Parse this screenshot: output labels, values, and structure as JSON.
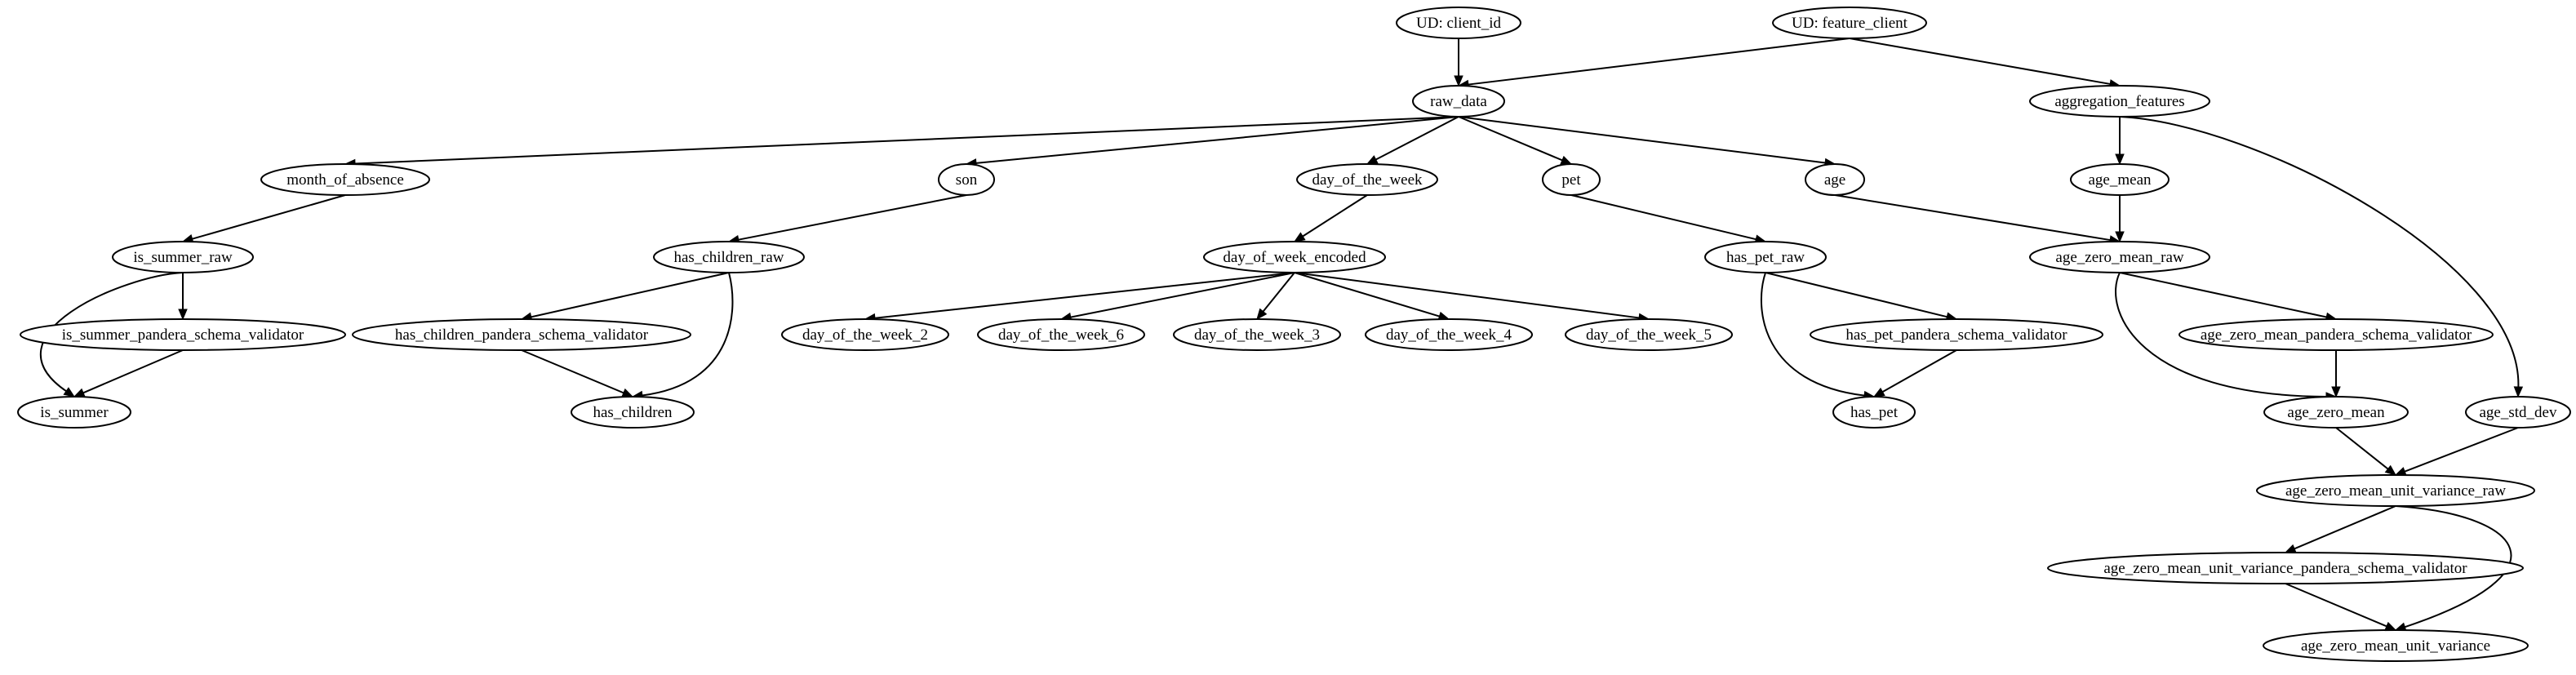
{
  "nodes": [
    {
      "id": "ud_client_id",
      "label": "UD: client_id"
    },
    {
      "id": "ud_feature_client",
      "label": "UD: feature_client"
    },
    {
      "id": "raw_data",
      "label": "raw_data"
    },
    {
      "id": "aggregation_features",
      "label": "aggregation_features"
    },
    {
      "id": "month_of_absence",
      "label": "month_of_absence"
    },
    {
      "id": "son",
      "label": "son"
    },
    {
      "id": "day_of_the_week",
      "label": "day_of_the_week"
    },
    {
      "id": "pet",
      "label": "pet"
    },
    {
      "id": "age",
      "label": "age"
    },
    {
      "id": "age_mean",
      "label": "age_mean"
    },
    {
      "id": "is_summer_raw",
      "label": "is_summer_raw"
    },
    {
      "id": "has_children_raw",
      "label": "has_children_raw"
    },
    {
      "id": "day_of_week_encoded",
      "label": "day_of_week_encoded"
    },
    {
      "id": "has_pet_raw",
      "label": "has_pet_raw"
    },
    {
      "id": "age_zero_mean_raw",
      "label": "age_zero_mean_raw"
    },
    {
      "id": "is_summer_pandera_schema_validator",
      "label": "is_summer_pandera_schema_validator"
    },
    {
      "id": "has_children_pandera_schema_validator",
      "label": "has_children_pandera_schema_validator"
    },
    {
      "id": "day_of_the_week_2",
      "label": "day_of_the_week_2"
    },
    {
      "id": "day_of_the_week_6",
      "label": "day_of_the_week_6"
    },
    {
      "id": "day_of_the_week_3",
      "label": "day_of_the_week_3"
    },
    {
      "id": "day_of_the_week_4",
      "label": "day_of_the_week_4"
    },
    {
      "id": "day_of_the_week_5",
      "label": "day_of_the_week_5"
    },
    {
      "id": "has_pet_pandera_schema_validator",
      "label": "has_pet_pandera_schema_validator"
    },
    {
      "id": "age_zero_mean_pandera_schema_validator",
      "label": "age_zero_mean_pandera_schema_validator"
    },
    {
      "id": "is_summer",
      "label": "is_summer"
    },
    {
      "id": "has_children",
      "label": "has_children"
    },
    {
      "id": "has_pet",
      "label": "has_pet"
    },
    {
      "id": "age_zero_mean",
      "label": "age_zero_mean"
    },
    {
      "id": "age_std_dev",
      "label": "age_std_dev"
    },
    {
      "id": "age_zero_mean_unit_variance_raw",
      "label": "age_zero_mean_unit_variance_raw"
    },
    {
      "id": "age_zero_mean_unit_variance_pandera_schema_validator",
      "label": "age_zero_mean_unit_variance_pandera_schema_validator"
    },
    {
      "id": "age_zero_mean_unit_variance",
      "label": "age_zero_mean_unit_variance"
    }
  ],
  "edges": [
    {
      "from": "ud_client_id",
      "to": "raw_data"
    },
    {
      "from": "ud_feature_client",
      "to": "raw_data"
    },
    {
      "from": "ud_feature_client",
      "to": "aggregation_features"
    },
    {
      "from": "raw_data",
      "to": "month_of_absence"
    },
    {
      "from": "raw_data",
      "to": "son"
    },
    {
      "from": "raw_data",
      "to": "day_of_the_week"
    },
    {
      "from": "raw_data",
      "to": "pet"
    },
    {
      "from": "raw_data",
      "to": "age"
    },
    {
      "from": "aggregation_features",
      "to": "age_mean"
    },
    {
      "from": "aggregation_features",
      "to": "age_std_dev"
    },
    {
      "from": "month_of_absence",
      "to": "is_summer_raw"
    },
    {
      "from": "son",
      "to": "has_children_raw"
    },
    {
      "from": "day_of_the_week",
      "to": "day_of_week_encoded"
    },
    {
      "from": "pet",
      "to": "has_pet_raw"
    },
    {
      "from": "age",
      "to": "age_zero_mean_raw"
    },
    {
      "from": "age_mean",
      "to": "age_zero_mean_raw"
    },
    {
      "from": "is_summer_raw",
      "to": "is_summer_pandera_schema_validator"
    },
    {
      "from": "is_summer_raw",
      "to": "is_summer"
    },
    {
      "from": "is_summer_pandera_schema_validator",
      "to": "is_summer"
    },
    {
      "from": "has_children_raw",
      "to": "has_children_pandera_schema_validator"
    },
    {
      "from": "has_children_raw",
      "to": "has_children"
    },
    {
      "from": "has_children_pandera_schema_validator",
      "to": "has_children"
    },
    {
      "from": "day_of_week_encoded",
      "to": "day_of_the_week_2"
    },
    {
      "from": "day_of_week_encoded",
      "to": "day_of_the_week_6"
    },
    {
      "from": "day_of_week_encoded",
      "to": "day_of_the_week_3"
    },
    {
      "from": "day_of_week_encoded",
      "to": "day_of_the_week_4"
    },
    {
      "from": "day_of_week_encoded",
      "to": "day_of_the_week_5"
    },
    {
      "from": "has_pet_raw",
      "to": "has_pet_pandera_schema_validator"
    },
    {
      "from": "has_pet_raw",
      "to": "has_pet"
    },
    {
      "from": "has_pet_pandera_schema_validator",
      "to": "has_pet"
    },
    {
      "from": "age_zero_mean_raw",
      "to": "age_zero_mean_pandera_schema_validator"
    },
    {
      "from": "age_zero_mean_raw",
      "to": "age_zero_mean"
    },
    {
      "from": "age_zero_mean_pandera_schema_validator",
      "to": "age_zero_mean"
    },
    {
      "from": "age_zero_mean",
      "to": "age_zero_mean_unit_variance_raw"
    },
    {
      "from": "age_std_dev",
      "to": "age_zero_mean_unit_variance_raw"
    },
    {
      "from": "age_zero_mean_unit_variance_raw",
      "to": "age_zero_mean_unit_variance_pandera_schema_validator"
    },
    {
      "from": "age_zero_mean_unit_variance_raw",
      "to": "age_zero_mean_unit_variance"
    },
    {
      "from": "age_zero_mean_unit_variance_pandera_schema_validator",
      "to": "age_zero_mean_unit_variance"
    }
  ]
}
